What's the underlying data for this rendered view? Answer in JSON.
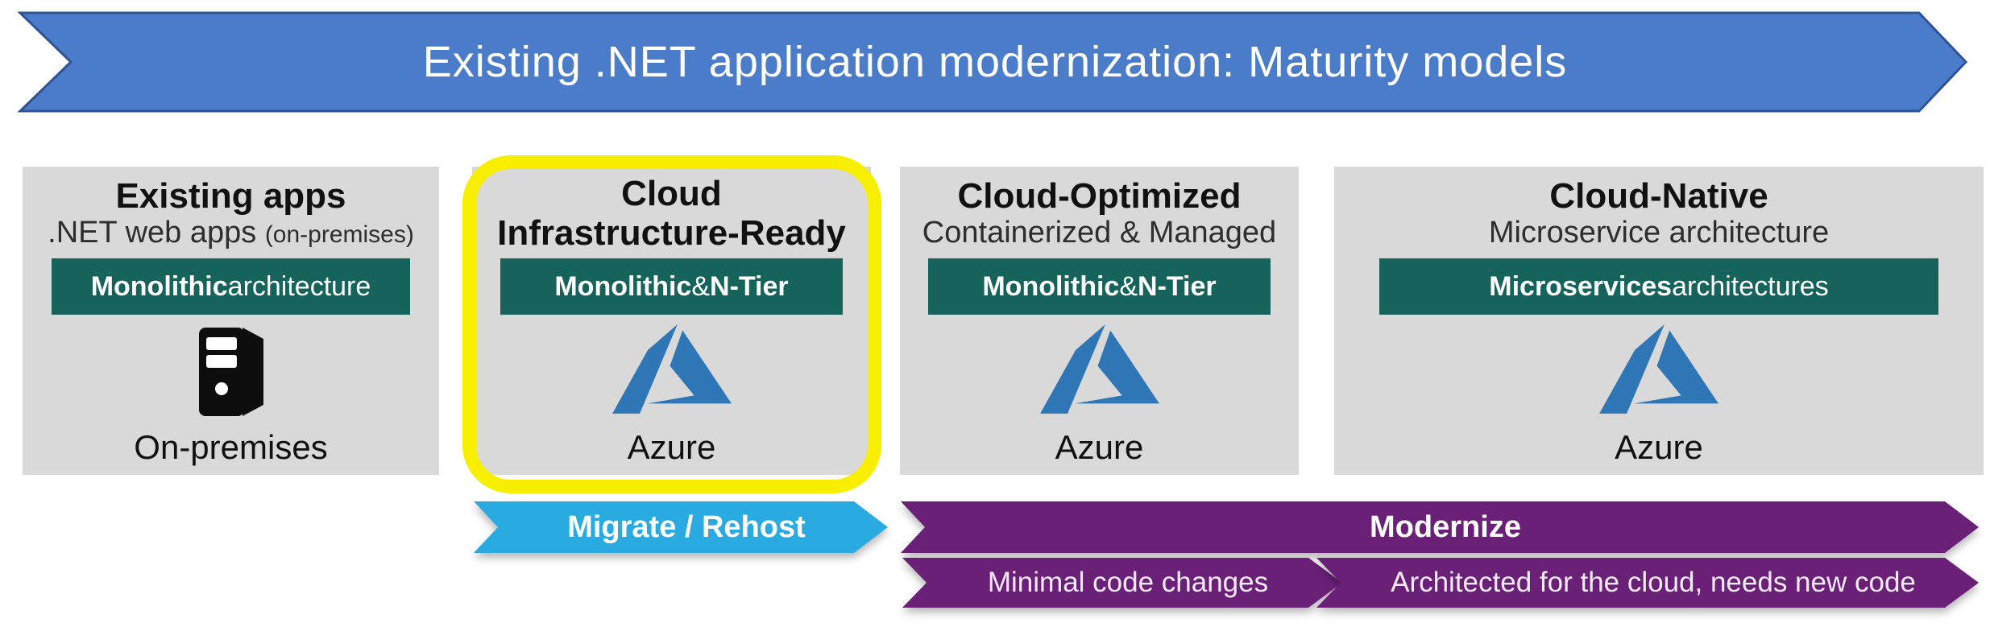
{
  "colors": {
    "banner_blue": "#4a7cc9",
    "banner_border": "#2e5496",
    "box_gray": "#d9d9d9",
    "badge_green": "#15635a",
    "arrow_cyan": "#29abe2",
    "arrow_purple": "#6b2077",
    "azure_blue": "#2e76b5",
    "highlight_yellow": "#f8ee00",
    "server_black": "#0d0d0d"
  },
  "banner": {
    "title": "Existing .NET application modernization: Maturity models"
  },
  "columns": [
    {
      "title": "Existing apps",
      "subtitle": ".NET web apps",
      "subtitle_small": "(on-premises)",
      "badge_bold": "Monolithic",
      "badge_mid": " architecture",
      "icon": "server-icon",
      "caption": "On-premises"
    },
    {
      "title": "Cloud",
      "title2": "Infrastructure-Ready",
      "badge_bold": "Monolithic",
      "badge_mid": " & ",
      "badge_bold2": "N-Tier",
      "icon": "azure-logo-icon",
      "caption": "Azure",
      "highlighted": true
    },
    {
      "title": "Cloud-Optimized",
      "subtitle": "Containerized & Managed",
      "badge_bold": "Monolithic",
      "badge_mid": " & ",
      "badge_bold2": "N-Tier",
      "icon": "azure-logo-icon",
      "caption": "Azure"
    },
    {
      "title": "Cloud-Native",
      "subtitle": "Microservice architecture",
      "badge_bold": "Microservices",
      "badge_mid": " architectures",
      "icon": "azure-logo-icon",
      "caption": "Azure"
    }
  ],
  "arrows": {
    "migrate": "Migrate / Rehost",
    "modernize": "Modernize",
    "minimal": "Minimal code changes",
    "architected": "Architected for the cloud, needs new code"
  }
}
